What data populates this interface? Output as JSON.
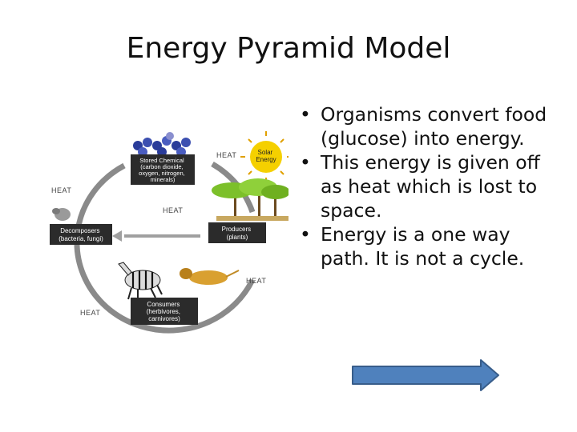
{
  "slide": {
    "title": "Energy Pyramid Model",
    "bullets": [
      "Organisms convert food (glucose) into energy.",
      "This energy is given off as heat which is lost to space.",
      "Energy is a one way path.  It is not a cycle."
    ]
  },
  "diagram": {
    "heat_label": "HEAT",
    "solar_label_1": "Solar",
    "solar_label_2": "Energy",
    "nutrients_lines": [
      "Stored Chemical",
      "(carbon dioxide,",
      "oxygen, nitrogen,",
      "minerals)"
    ],
    "producers_lines": [
      "Producers",
      "(plants)"
    ],
    "consumers_lines": [
      "Consumers",
      "(herbivores,",
      "carnivores)"
    ],
    "decomposers_lines": [
      "Decomposers",
      "(bacteria, fungi)"
    ]
  },
  "colors": {
    "arrow_fill": "#4f81bd",
    "arrow_stroke": "#385d8a",
    "sun": "#f5d000"
  }
}
